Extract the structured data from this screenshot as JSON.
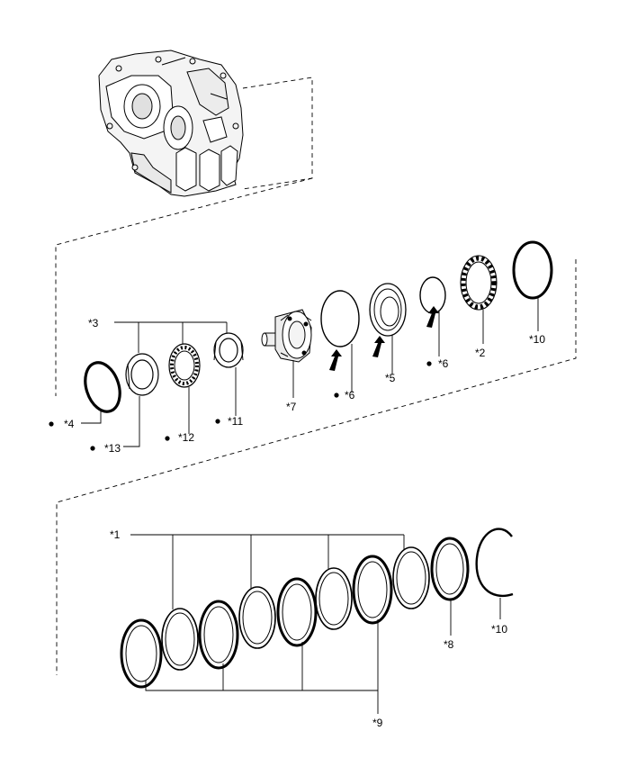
{
  "labels": {
    "p1": "*1",
    "p2": "*2",
    "p3": "*3",
    "p4": "*4",
    "p5": "*5",
    "p6a": "*6",
    "p6b": "*6",
    "p7": "*7",
    "p8": "*8",
    "p9": "*9",
    "p10a": "*10",
    "p10b": "*10",
    "p11": "*11",
    "p12": "*12",
    "p13": "*13"
  },
  "colors": {
    "line": "#000000",
    "background": "#ffffff",
    "housing_fill": "#f4f4f4"
  },
  "icons": {
    "new_part_marker": "filled-dot-icon",
    "install_direction": "arrow-icon"
  }
}
